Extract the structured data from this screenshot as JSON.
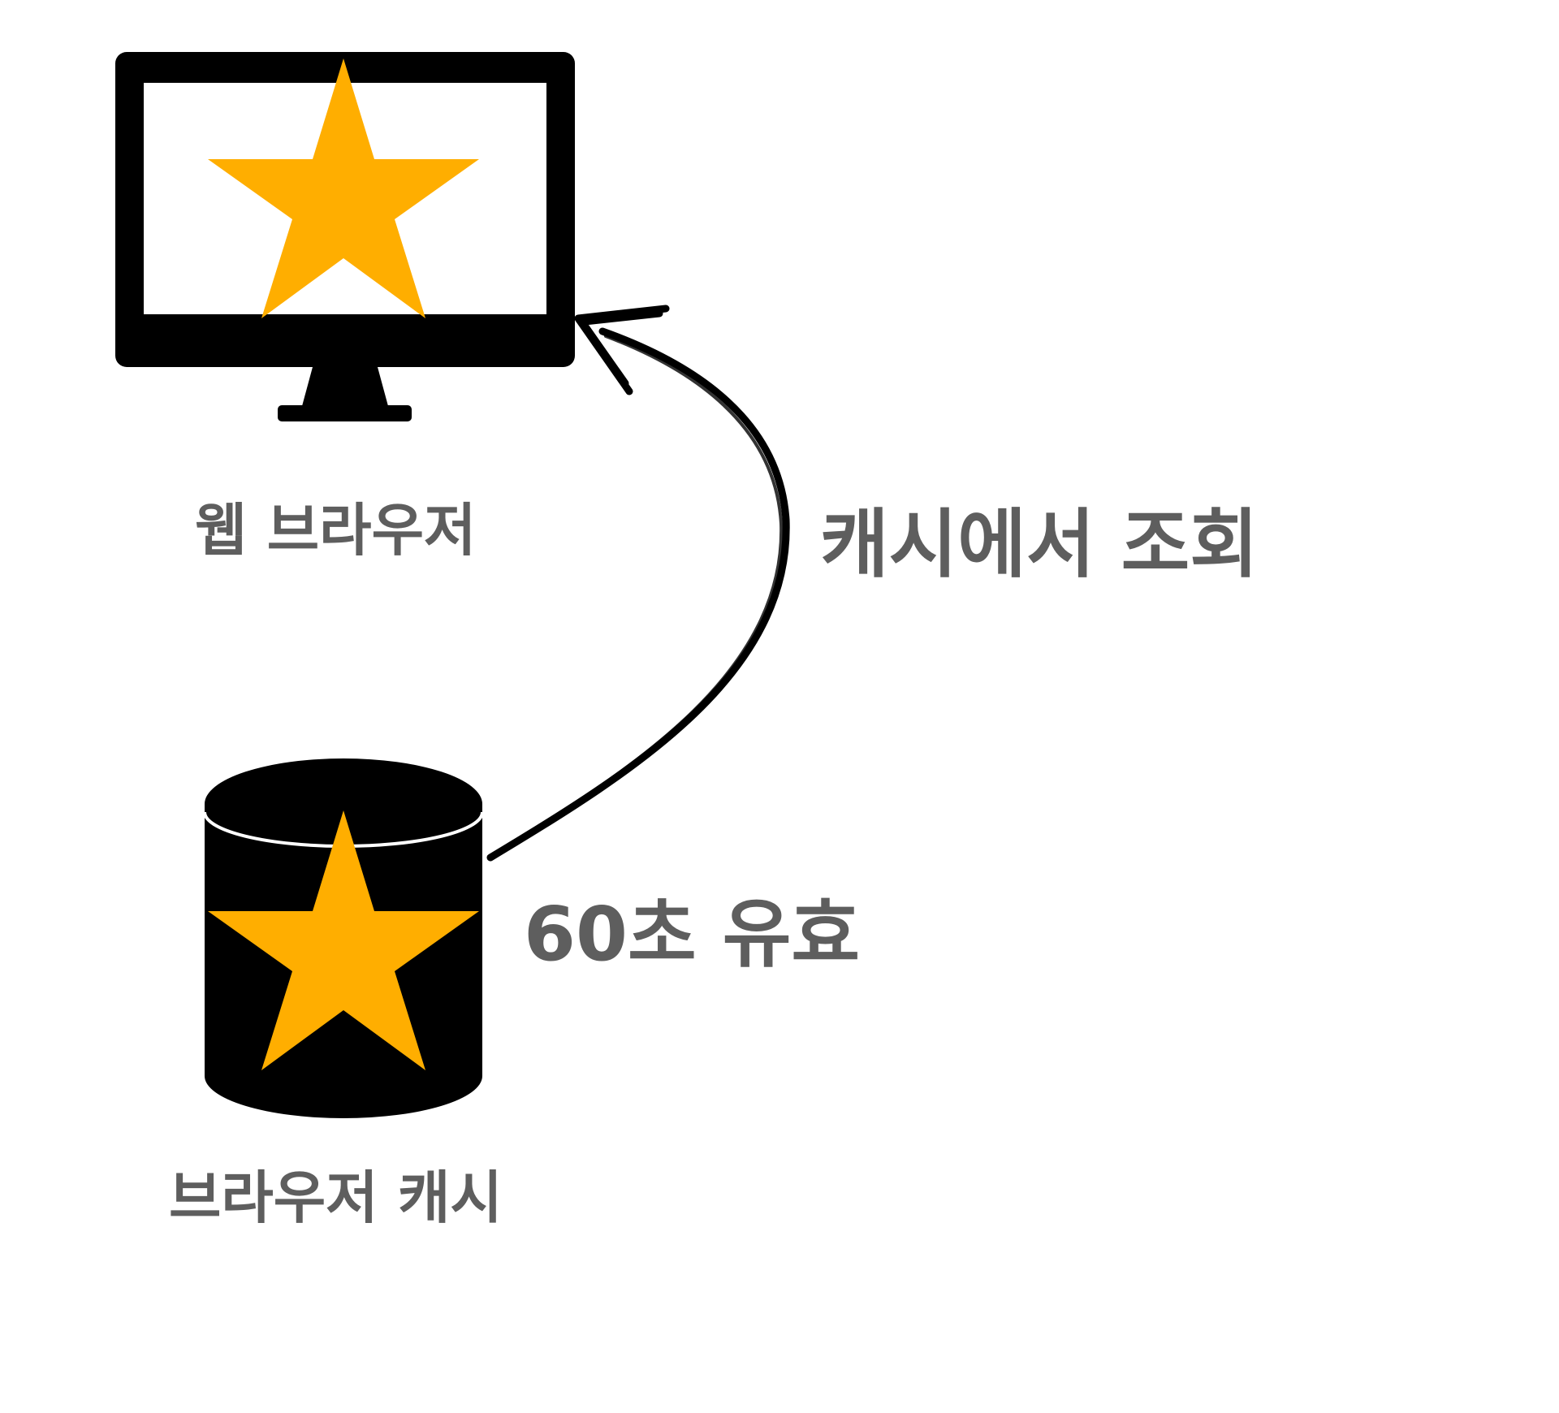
{
  "colors": {
    "star": "#FFAE00",
    "icon": "#000000",
    "text": "#5E5E5E",
    "arrow": "#000000"
  },
  "nodes": {
    "browser": {
      "icon": "monitor-icon",
      "badge": "star-icon",
      "label": "웹 브라우저"
    },
    "cache": {
      "icon": "database-icon",
      "badge": "star-icon",
      "label": "브라우저 캐시"
    }
  },
  "edge": {
    "from": "cache",
    "to": "browser",
    "label": "캐시에서 조회"
  },
  "annotation": {
    "text": "60초 유효"
  }
}
